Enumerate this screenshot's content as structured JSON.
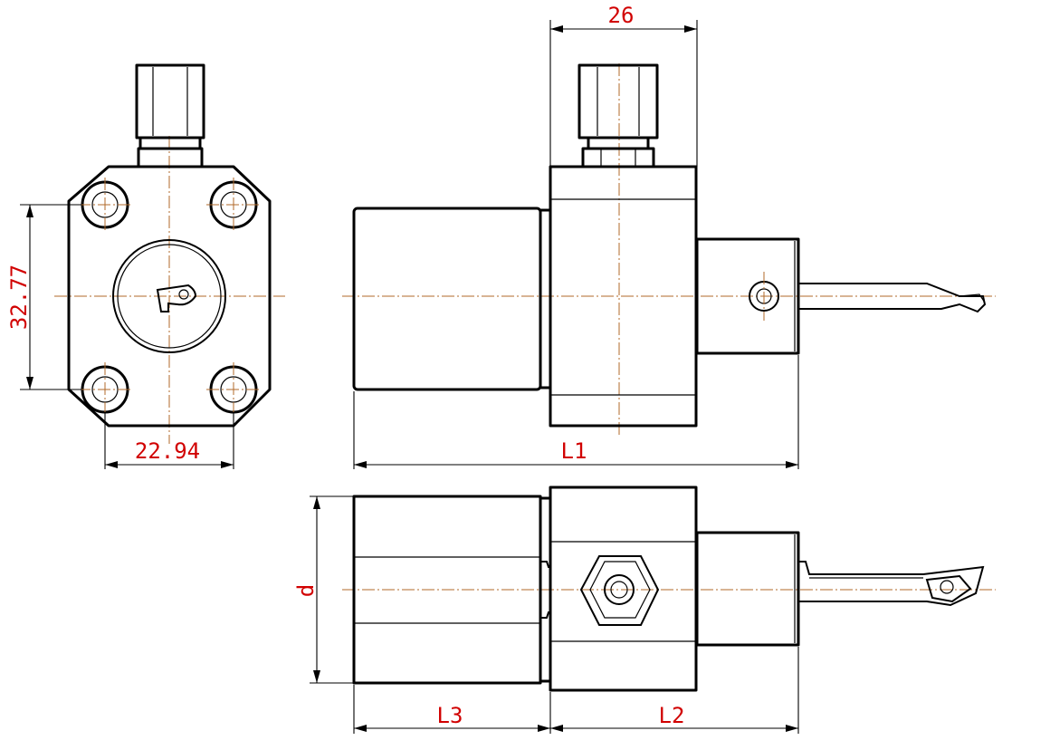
{
  "dimensions": {
    "height_bolt_spacing": "32.77",
    "width_bolt_spacing": "22.94",
    "top_width": "26",
    "overall_length": "L1",
    "diameter": "d",
    "shank_length": "L3",
    "head_length": "L2"
  },
  "colors": {
    "dimension_text": "#d10000",
    "centerline": "#b06a2a",
    "outline": "#000000"
  }
}
